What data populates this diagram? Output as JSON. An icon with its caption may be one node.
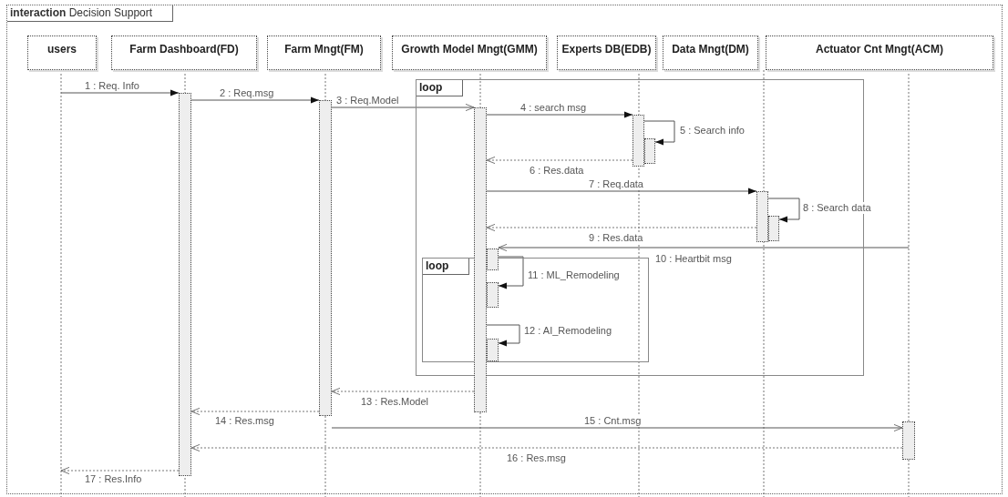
{
  "diagram": {
    "nodes": [
      {
        "text": [
          "**interaction** Decision Support"
        ]
      },
      {
        "text": [
          "users"
        ],
        "in": 0
      },
      {
        "text": [
          "Farm Dashboard(FD)"
        ],
        "in": 0
      },
      {
        "text": [
          "Farm Mngt(FM)"
        ],
        "in": 0
      },
      {
        "text": [
          "Growth Model Mngt(GMM)"
        ],
        "in": 0
      },
      {
        "text": [
          "Experts DB(EDB)"
        ],
        "in": 0
      },
      {
        "text": [
          "Data Mngt(DM)"
        ],
        "in": 0
      },
      {
        "text": [
          "Actuator Cnt Mngt(ACM)"
        ],
        "in": 0
      },
      {
        "text": [
          "loop"
        ],
        "in": 0
      },
      {
        "text": [
          "loop"
        ],
        "in": 8
      },
      {
        "text": [],
        "shape": "bar",
        "in": 0
      },
      {
        "text": [],
        "shape": "bar",
        "in": 0
      },
      {
        "text": [],
        "shape": "bar",
        "in": 0
      },
      {
        "text": [],
        "shape": "bar",
        "in": 8
      },
      {
        "text": [],
        "shape": "bar",
        "in": 8
      },
      {
        "text": [],
        "shape": "bar",
        "in": 8
      },
      {
        "text": [],
        "shape": "bar",
        "in": 8
      },
      {
        "text": [],
        "shape": "bar",
        "in": 8
      },
      {
        "text": [],
        "shape": "bar",
        "in": 9
      },
      {
        "text": [],
        "shape": "bar",
        "in": 9
      },
      {
        "text": [],
        "shape": "bar",
        "in": 0
      }
    ],
    "edges": [
      {
        "from": null,
        "to": 10,
        "arrow": "to",
        "label": "1 : Req. Info"
      },
      {
        "from": 10,
        "to": 11,
        "arrow": "to",
        "label": "2 : Req.msg"
      },
      {
        "from": 11,
        "to": 12,
        "arrow": "to",
        "label": "3 : Req.Model"
      },
      {
        "from": 12,
        "to": 13,
        "arrow": "to",
        "label": "4 : search msg"
      },
      {
        "from": 13,
        "to": 14,
        "arrow": "to",
        "label": "5 : Search info"
      },
      {
        "from": 13,
        "to": 12,
        "arrow": "to",
        "label": "6 : Res.data",
        "style": "dashed"
      },
      {
        "from": 12,
        "to": 15,
        "arrow": "to",
        "label": "7 : Req.data"
      },
      {
        "from": 15,
        "to": 16,
        "arrow": "to",
        "label": "8 : Search data"
      },
      {
        "from": 15,
        "to": 12,
        "arrow": "to",
        "label": "9 : Res.data",
        "style": "dashed"
      },
      {
        "from": null,
        "to": 17,
        "arrow": "to",
        "label": "10 : Heartbit msg"
      },
      {
        "from": 17,
        "to": 18,
        "arrow": "to",
        "label": "11 : ML_Remodeling"
      },
      {
        "from": 12,
        "to": 19,
        "arrow": "to",
        "label": "12 : AI_Remodeling"
      },
      {
        "from": 12,
        "to": 11,
        "arrow": "to",
        "label": "13 : Res.Model",
        "style": "dashed"
      },
      {
        "from": 11,
        "to": 10,
        "arrow": "to",
        "label": "14 : Res.msg",
        "style": "dashed"
      },
      {
        "from": 11,
        "to": 20,
        "arrow": "to",
        "label": "15 : Cnt.msg"
      },
      {
        "from": 20,
        "to": 10,
        "arrow": "to",
        "label": "16 : Res.msg",
        "style": "dashed"
      },
      {
        "from": 10,
        "to": null,
        "arrow": "to",
        "label": "17 : Res.Info",
        "style": "dashed"
      }
    ]
  }
}
